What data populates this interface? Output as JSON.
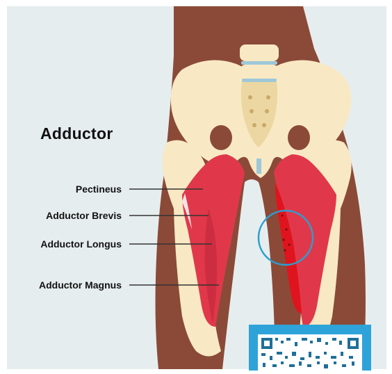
{
  "diagram": {
    "title": "Adductor",
    "labels": [
      {
        "id": "pectineus",
        "text": "Pectineus"
      },
      {
        "id": "adductor-brevis",
        "text": "Adductor Brevis"
      },
      {
        "id": "adductor-longus",
        "text": "Adductor Longus"
      },
      {
        "id": "adductor-magnus",
        "text": "Adductor Magnus"
      }
    ]
  },
  "colors": {
    "background": "#e6edef",
    "skin": "#8b4a38",
    "bone": "#f8e9c4",
    "bone_shade": "#ecd7a2",
    "muscle": "#e0384a",
    "muscle_dark": "#b91c2e",
    "injury": "#e0141e",
    "spine_disc": "#9ec8d8",
    "highlight_circle": "#2a9fd0",
    "qr_panel": "#2ea3d9"
  }
}
